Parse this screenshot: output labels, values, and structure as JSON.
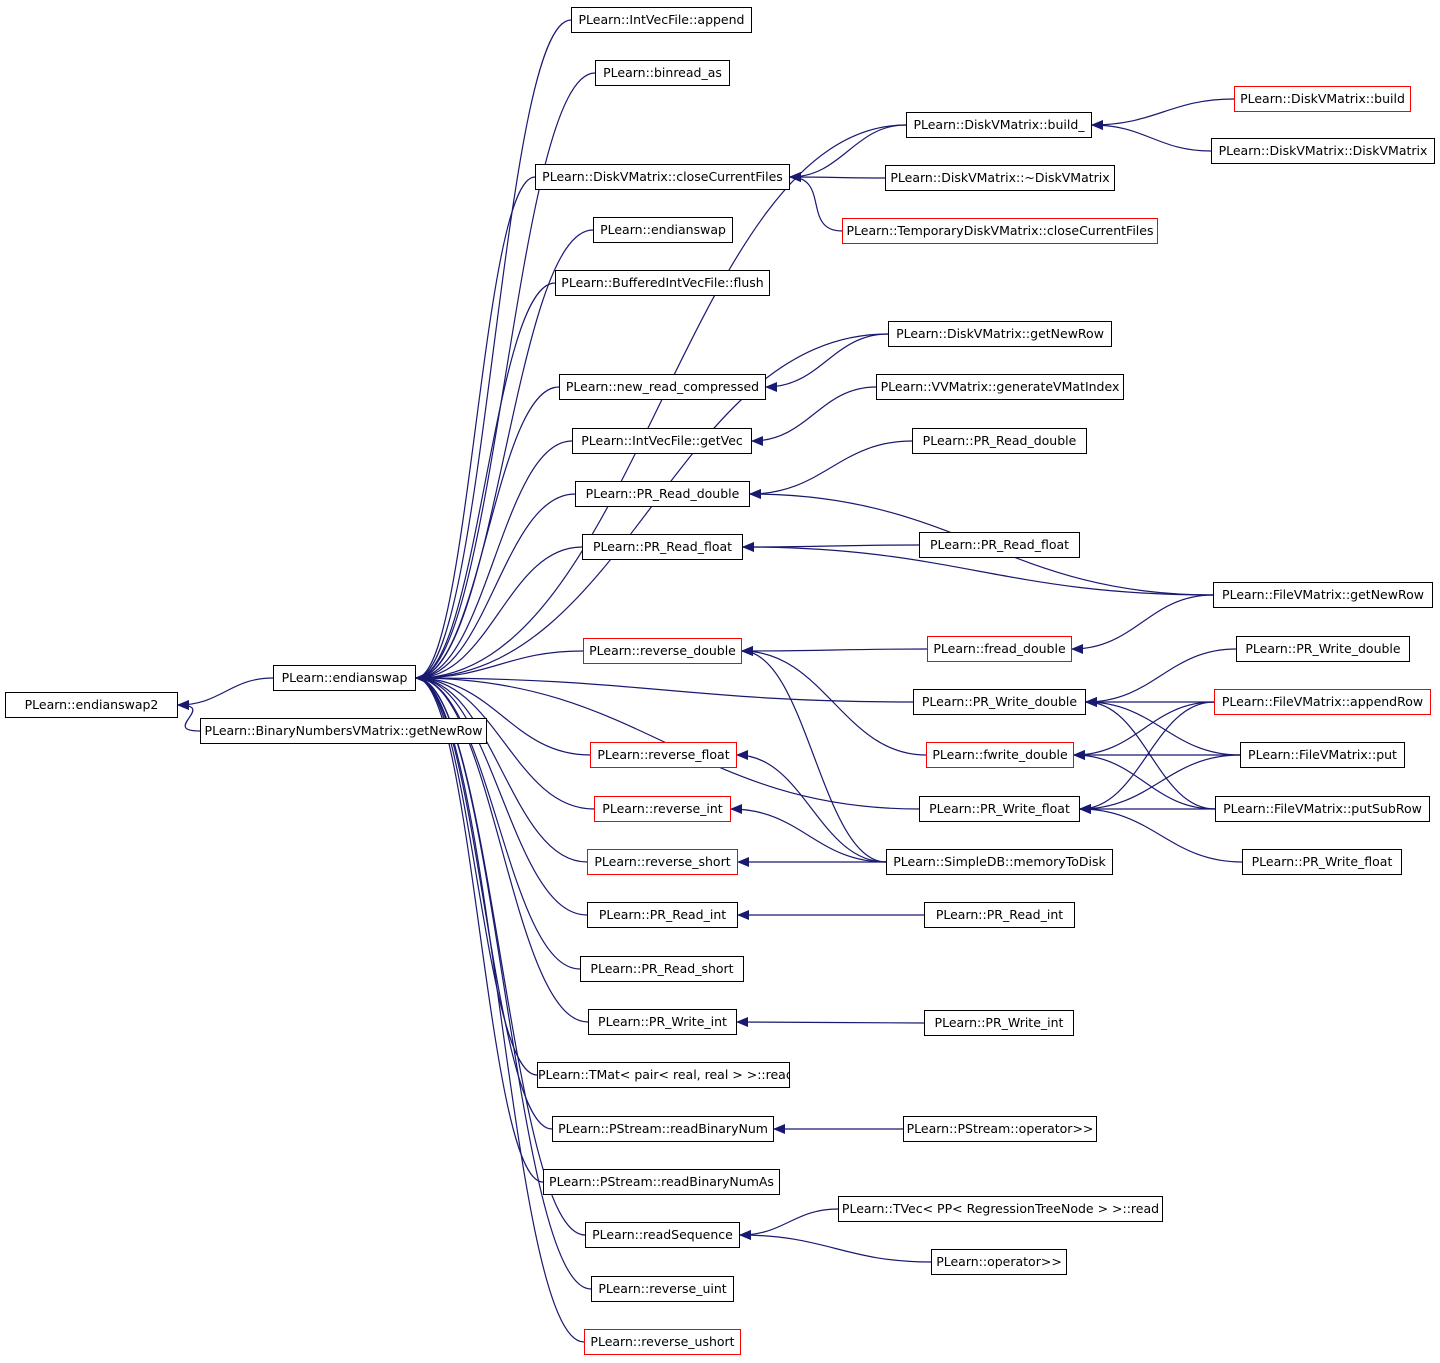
{
  "colors": {
    "edge": "#191970",
    "node_border": "#000000",
    "truncated_border": "#ff0000",
    "root_fill": "#bfbfbf"
  },
  "nodes": [
    {
      "id": "n0",
      "label": "PLearn::endianswap2",
      "style": "root"
    },
    {
      "id": "n1",
      "label": "PLearn::endianswap",
      "style": "normal"
    },
    {
      "id": "n2",
      "label": "PLearn::BinaryNumbersVMatrix::getNewRow",
      "style": "normal"
    },
    {
      "id": "n3",
      "label": "PLearn::IntVecFile::append",
      "style": "normal"
    },
    {
      "id": "n4",
      "label": "PLearn::binread_as",
      "style": "normal"
    },
    {
      "id": "n5",
      "label": "PLearn::DiskVMatrix::closeCurrentFiles",
      "style": "normal"
    },
    {
      "id": "n6",
      "label": "PLearn::endianswap",
      "style": "normal"
    },
    {
      "id": "n7",
      "label": "PLearn::BufferedIntVecFile::flush",
      "style": "normal"
    },
    {
      "id": "n8",
      "label": "PLearn::new_read_compressed",
      "style": "normal"
    },
    {
      "id": "n9",
      "label": "PLearn::IntVecFile::getVec",
      "style": "normal"
    },
    {
      "id": "n10",
      "label": "PLearn::PR_Read_double",
      "style": "normal"
    },
    {
      "id": "n11",
      "label": "PLearn::PR_Read_float",
      "style": "normal"
    },
    {
      "id": "n12",
      "label": "PLearn::reverse_double",
      "style": "truncated"
    },
    {
      "id": "n13",
      "label": "PLearn::reverse_float",
      "style": "truncated"
    },
    {
      "id": "n14",
      "label": "PLearn::reverse_int",
      "style": "truncated"
    },
    {
      "id": "n15",
      "label": "PLearn::reverse_short",
      "style": "truncated"
    },
    {
      "id": "n16",
      "label": "PLearn::PR_Read_int",
      "style": "normal"
    },
    {
      "id": "n17",
      "label": "PLearn::PR_Read_short",
      "style": "normal"
    },
    {
      "id": "n18",
      "label": "PLearn::PR_Write_int",
      "style": "normal"
    },
    {
      "id": "n19",
      "label": "PLearn::TMat< pair< real, real > >::read",
      "style": "normal"
    },
    {
      "id": "n20",
      "label": "PLearn::PStream::readBinaryNum",
      "style": "normal"
    },
    {
      "id": "n21",
      "label": "PLearn::PStream::readBinaryNumAs",
      "style": "normal"
    },
    {
      "id": "n22",
      "label": "PLearn::readSequence",
      "style": "normal"
    },
    {
      "id": "n23",
      "label": "PLearn::reverse_uint",
      "style": "normal"
    },
    {
      "id": "n24",
      "label": "PLearn::reverse_ushort",
      "style": "truncated"
    },
    {
      "id": "n25",
      "label": "PLearn::DiskVMatrix::build_",
      "style": "normal"
    },
    {
      "id": "n26",
      "label": "PLearn::DiskVMatrix::~DiskVMatrix",
      "style": "normal"
    },
    {
      "id": "n27",
      "label": "PLearn::TemporaryDiskVMatrix::closeCurrentFiles",
      "style": "truncated"
    },
    {
      "id": "n28",
      "label": "PLearn::DiskVMatrix::getNewRow",
      "style": "normal"
    },
    {
      "id": "n29",
      "label": "PLearn::VVMatrix::generateVMatIndex",
      "style": "normal"
    },
    {
      "id": "n30",
      "label": "PLearn::PR_Read_double",
      "style": "normal"
    },
    {
      "id": "n31",
      "label": "PLearn::PR_Read_float",
      "style": "normal"
    },
    {
      "id": "n32",
      "label": "PLearn::fread_double",
      "style": "truncated"
    },
    {
      "id": "n33",
      "label": "PLearn::PR_Write_double",
      "style": "normal"
    },
    {
      "id": "n34",
      "label": "PLearn::fwrite_double",
      "style": "truncated"
    },
    {
      "id": "n35",
      "label": "PLearn::PR_Write_float",
      "style": "normal"
    },
    {
      "id": "n36",
      "label": "PLearn::SimpleDB::memoryToDisk",
      "style": "normal"
    },
    {
      "id": "n37",
      "label": "PLearn::PR_Read_int",
      "style": "normal"
    },
    {
      "id": "n38",
      "label": "PLearn::PR_Write_int",
      "style": "normal"
    },
    {
      "id": "n39",
      "label": "PLearn::PStream::operator>>",
      "style": "normal"
    },
    {
      "id": "n40",
      "label": "PLearn::TVec< PP< RegressionTreeNode > >::read",
      "style": "normal"
    },
    {
      "id": "n41",
      "label": "PLearn::operator>>",
      "style": "normal"
    },
    {
      "id": "n42",
      "label": "PLearn::DiskVMatrix::build",
      "style": "truncated"
    },
    {
      "id": "n43",
      "label": "PLearn::DiskVMatrix::DiskVMatrix",
      "style": "normal"
    },
    {
      "id": "n44",
      "label": "PLearn::FileVMatrix::getNewRow",
      "style": "normal"
    },
    {
      "id": "n45",
      "label": "PLearn::PR_Write_double",
      "style": "normal"
    },
    {
      "id": "n46",
      "label": "PLearn::FileVMatrix::appendRow",
      "style": "truncated"
    },
    {
      "id": "n47",
      "label": "PLearn::FileVMatrix::put",
      "style": "normal"
    },
    {
      "id": "n48",
      "label": "PLearn::FileVMatrix::putSubRow",
      "style": "normal"
    },
    {
      "id": "n49",
      "label": "PLearn::PR_Write_float",
      "style": "normal"
    }
  ],
  "edges": [
    [
      "n1",
      "n0"
    ],
    [
      "n2",
      "n0"
    ],
    [
      "n3",
      "n1"
    ],
    [
      "n4",
      "n1"
    ],
    [
      "n5",
      "n1"
    ],
    [
      "n6",
      "n1"
    ],
    [
      "n7",
      "n1"
    ],
    [
      "n8",
      "n1"
    ],
    [
      "n9",
      "n1"
    ],
    [
      "n10",
      "n1"
    ],
    [
      "n11",
      "n1"
    ],
    [
      "n12",
      "n1"
    ],
    [
      "n13",
      "n1"
    ],
    [
      "n14",
      "n1"
    ],
    [
      "n15",
      "n1"
    ],
    [
      "n16",
      "n1"
    ],
    [
      "n17",
      "n1"
    ],
    [
      "n18",
      "n1"
    ],
    [
      "n19",
      "n1"
    ],
    [
      "n20",
      "n1"
    ],
    [
      "n21",
      "n1"
    ],
    [
      "n22",
      "n1"
    ],
    [
      "n23",
      "n1"
    ],
    [
      "n24",
      "n1"
    ],
    [
      "n25",
      "n1"
    ],
    [
      "n28",
      "n1"
    ],
    [
      "n33",
      "n1"
    ],
    [
      "n35",
      "n1"
    ],
    [
      "n25",
      "n5"
    ],
    [
      "n26",
      "n5"
    ],
    [
      "n27",
      "n5"
    ],
    [
      "n28",
      "n8"
    ],
    [
      "n29",
      "n9"
    ],
    [
      "n30",
      "n10"
    ],
    [
      "n44",
      "n10"
    ],
    [
      "n31",
      "n11"
    ],
    [
      "n44",
      "n11"
    ],
    [
      "n32",
      "n12"
    ],
    [
      "n34",
      "n12"
    ],
    [
      "n36",
      "n12"
    ],
    [
      "n36",
      "n13"
    ],
    [
      "n36",
      "n14"
    ],
    [
      "n36",
      "n15"
    ],
    [
      "n37",
      "n16"
    ],
    [
      "n38",
      "n18"
    ],
    [
      "n39",
      "n20"
    ],
    [
      "n40",
      "n22"
    ],
    [
      "n41",
      "n22"
    ],
    [
      "n42",
      "n25"
    ],
    [
      "n43",
      "n25"
    ],
    [
      "n44",
      "n32"
    ],
    [
      "n45",
      "n33"
    ],
    [
      "n46",
      "n33"
    ],
    [
      "n47",
      "n33"
    ],
    [
      "n48",
      "n33"
    ],
    [
      "n46",
      "n34"
    ],
    [
      "n47",
      "n34"
    ],
    [
      "n48",
      "n34"
    ],
    [
      "n46",
      "n35"
    ],
    [
      "n47",
      "n35"
    ],
    [
      "n48",
      "n35"
    ],
    [
      "n49",
      "n35"
    ]
  ]
}
